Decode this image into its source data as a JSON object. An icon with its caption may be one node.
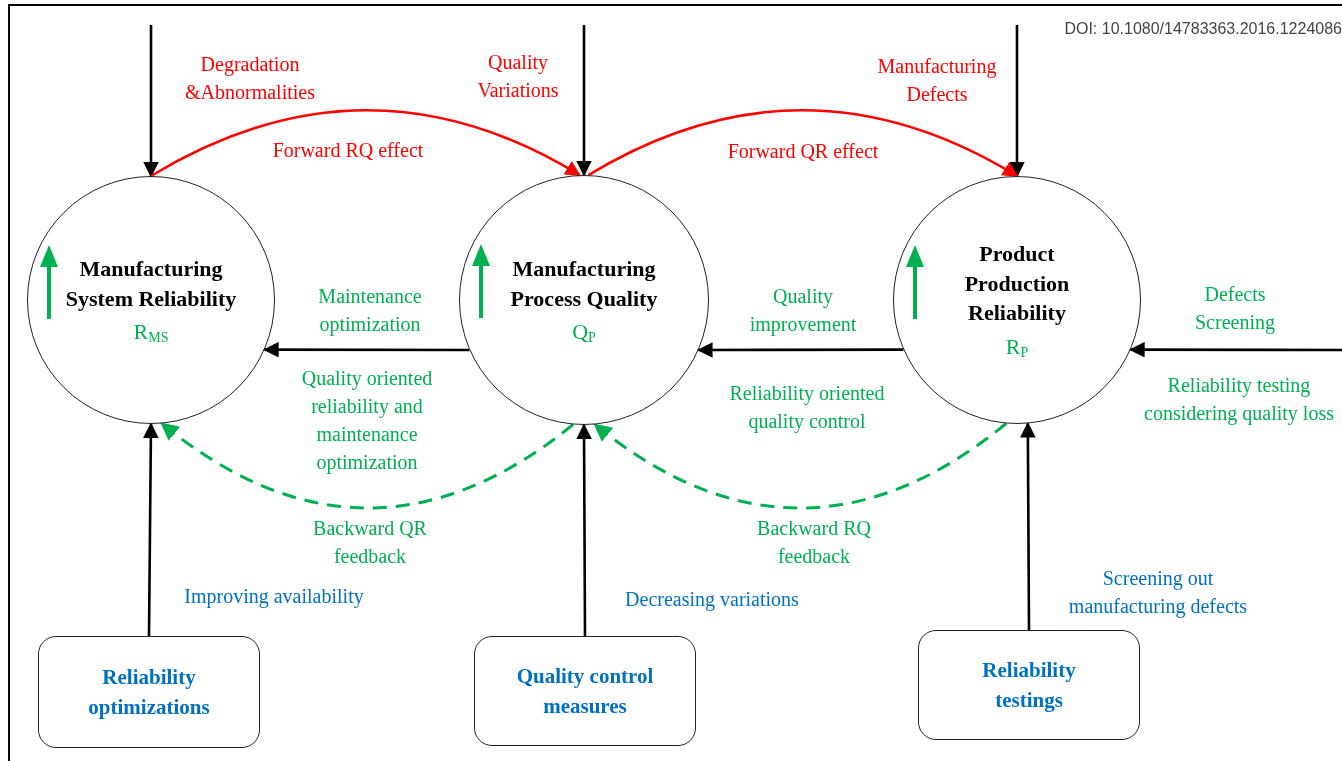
{
  "diagram": {
    "nodes": [
      {
        "text": [
          "Manufacturing System Reliability",
          "R$_{MS}$"
        ]
      },
      {
        "text": [
          "Manufacturing Process Quality",
          "Q$_{P}$"
        ]
      },
      {
        "text": [
          "Product Production Reliability",
          "R$_{P}$"
        ]
      },
      {
        "text": [
          "Reliability optimizations"
        ]
      },
      {
        "text": [
          "Quality control measures"
        ]
      },
      {
        "text": [
          "Reliability testings"
        ]
      }
    ],
    "edges": [
      {
        "from": null,
        "to": 0,
        "arrow": "to",
        "label": "Degradation &Abnormalities"
      },
      {
        "from": null,
        "to": 1,
        "arrow": "to",
        "label": "Quality Variations"
      },
      {
        "from": null,
        "to": 2,
        "arrow": "to",
        "label": "Manufacturing Defects"
      },
      {
        "from": 0,
        "to": 1,
        "arrow": "to",
        "label": "Forward RQ effect",
        "color": "#ff0000"
      },
      {
        "from": 1,
        "to": 2,
        "arrow": "to",
        "label": "Forward QR effect",
        "color": "#ff0000"
      },
      {
        "from": 1,
        "to": 0,
        "arrow": "to",
        "label": "Maintenance optimization"
      },
      {
        "from": 2,
        "to": 1,
        "arrow": "to",
        "label": "Quality improvement"
      },
      {
        "from": null,
        "to": 2,
        "arrow": "to",
        "label": "Defects Screening"
      },
      {
        "from": 1,
        "to": 0,
        "arrow": "to",
        "label": "Backward QR feedback",
        "style": "dashed",
        "color": "#00b050"
      },
      {
        "from": 2,
        "to": 1,
        "arrow": "to",
        "label": "Backward RQ feedback",
        "style": "dashed",
        "color": "#00b050"
      },
      {
        "from": 3,
        "to": 0,
        "arrow": "to",
        "label": "Improving availability"
      },
      {
        "from": 4,
        "to": 1,
        "arrow": "to",
        "label": "Decreasing variations"
      },
      {
        "from": 5,
        "to": 2,
        "arrow": "to",
        "label": "Screening out manufacturing defects"
      }
    ],
    "labels": [
      "DOI: 10.1080/14783363.2016.1224086",
      "Quality oriented reliability and maintenance optimization",
      "Reliability oriented quality control",
      "Reliability testing considering quality loss"
    ]
  }
}
